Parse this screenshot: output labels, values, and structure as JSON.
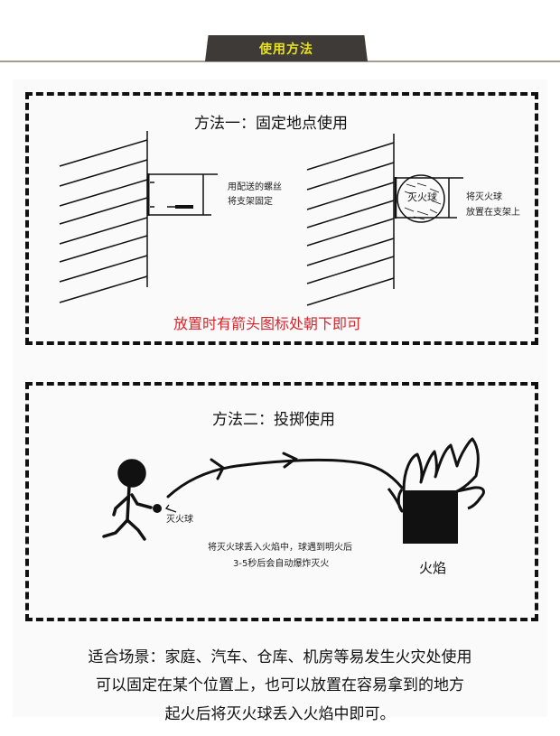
{
  "header": {
    "title": "使用方法"
  },
  "method1": {
    "title": "方法一：固定地点使用",
    "left_note": [
      "用配送的螺丝",
      "将支架固定"
    ],
    "ball_label": "灭火球",
    "right_note": [
      "将灭火球",
      "放置在支架上"
    ],
    "warning": "放置时有箭头图标处朝下即可",
    "warning_color": "#d8262c"
  },
  "method2": {
    "title": "方法二：投掷使用",
    "ball_label": "灭火球",
    "description": [
      "将灭火球丢入火焰中，球遇到明火后",
      "3-5秒后会自动爆炸灭火"
    ],
    "flame_label": "火焰"
  },
  "summary": [
    "适合场景：家庭、汽车、仓库、机房等易发生火灾处使用",
    "可以固定在某个位置上，也可以放置在容易拿到的地方",
    "起火后将灭火球丢入火焰中即可。"
  ],
  "colors": {
    "header_bg": "#3d3a37",
    "header_text": "#e8e21c"
  }
}
